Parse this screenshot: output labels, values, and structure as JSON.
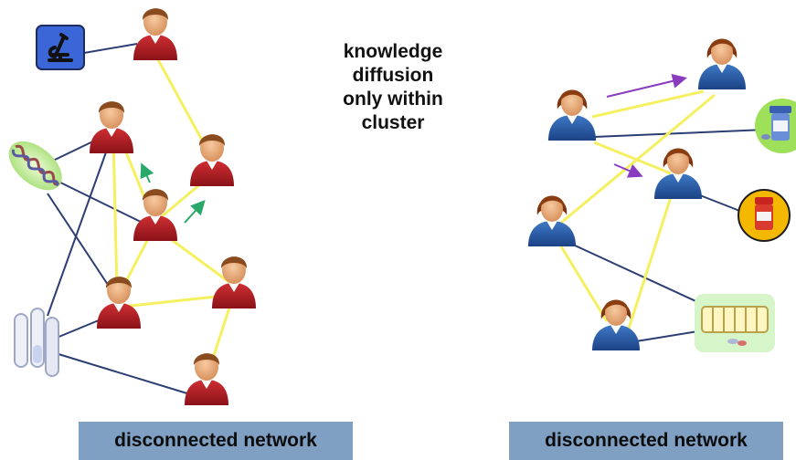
{
  "caption": {
    "lines": [
      "knowledge",
      "diffusion",
      "only within",
      "cluster"
    ]
  },
  "banners": {
    "left": "disconnected network",
    "right": "disconnected network"
  },
  "colors": {
    "knowledge_link": "#f5f060",
    "resource_link": "#2c3e73",
    "male_shirt": "#b01c22",
    "female_shirt": "#2c5fa8",
    "green_arrow": "#2aa86a",
    "purple_arrow": "#8a3cc0",
    "banner": "#7f9fc3"
  },
  "icons": {
    "left_cluster": [
      "microscope-icon",
      "dna-icon",
      "test-tubes-icon"
    ],
    "right_cluster": [
      "pill-bottle-green-icon",
      "pill-bottle-orange-icon",
      "pill-organizer-icon"
    ]
  }
}
